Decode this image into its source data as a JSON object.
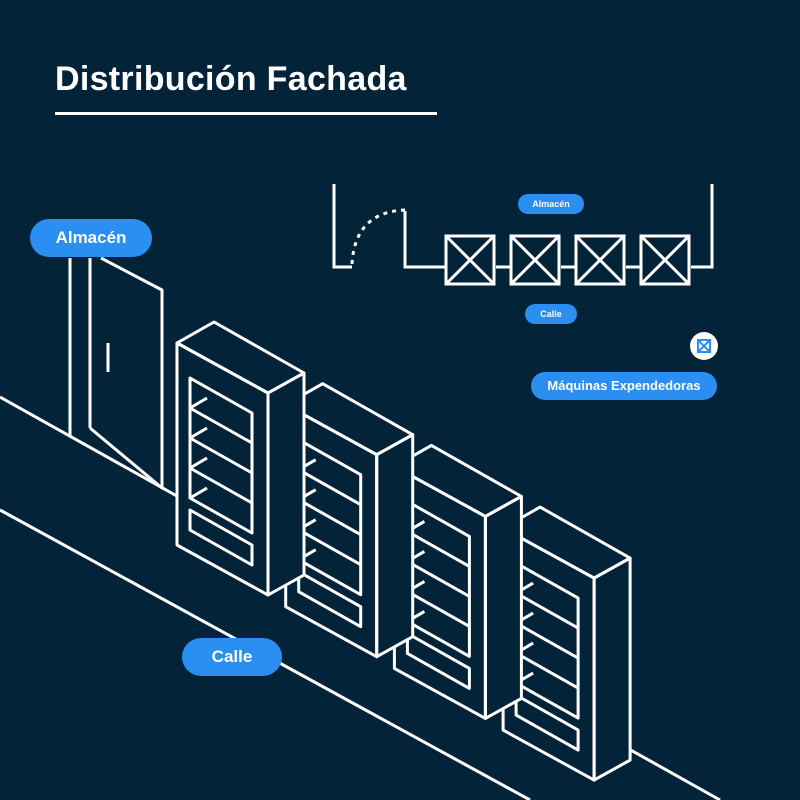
{
  "title": "Distribución Fachada",
  "labels": {
    "warehouse": "Almacén",
    "street": "Calle",
    "plan_warehouse": "Almacén",
    "plan_street": "Calle",
    "legend_vending": "Máquinas Expendedoras"
  },
  "legend": {
    "icon": "vending-machine-box-icon"
  },
  "vending_machine_count": 4,
  "colors": {
    "background": "#032338",
    "accent": "#2a8ff0",
    "line": "#ffffff"
  }
}
